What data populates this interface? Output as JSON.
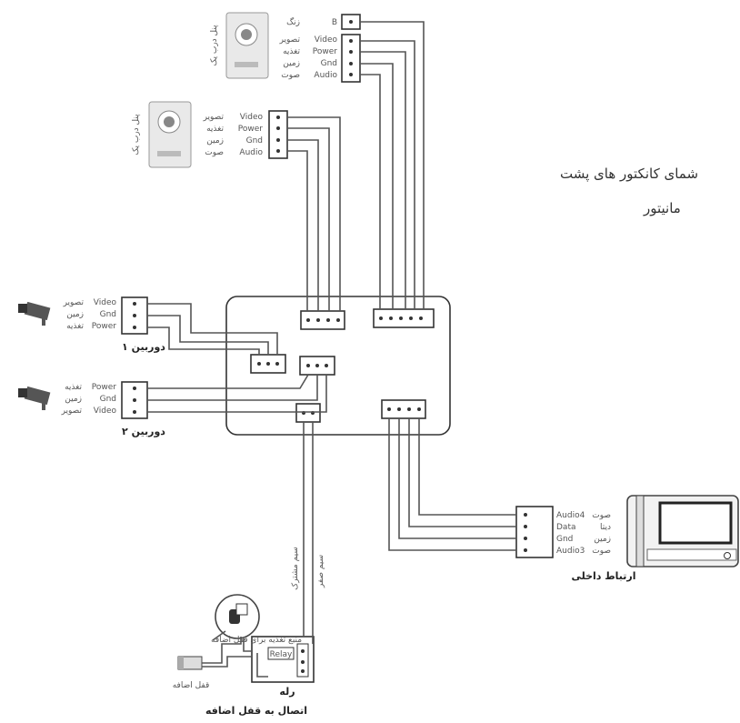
{
  "title_line1": "شمای کانکتور های پشت",
  "title_line2": "مانیتور",
  "door_panel_1": {
    "vertical_label": "پنل درب یک",
    "rows": [
      {
        "en": "B",
        "fa": "زنگ"
      },
      {
        "en": "Video",
        "fa": "تصویر"
      },
      {
        "en": "Power",
        "fa": "تغذیه"
      },
      {
        "en": "Gnd",
        "fa": "زمین"
      },
      {
        "en": "Audio",
        "fa": "صوت"
      }
    ]
  },
  "door_panel_2": {
    "vertical_label": "پنل درب یک",
    "rows": [
      {
        "en": "Video",
        "fa": "تصویر"
      },
      {
        "en": "Power",
        "fa": "تغذیه"
      },
      {
        "en": "Gnd",
        "fa": "زمین"
      },
      {
        "en": "Audio",
        "fa": "صوت"
      }
    ]
  },
  "camera_1": {
    "caption": "دوربین ۱",
    "rows": [
      {
        "en": "Video",
        "fa": "تصویر"
      },
      {
        "en": "Gnd",
        "fa": "زمین"
      },
      {
        "en": "Power",
        "fa": "تغذیه"
      }
    ]
  },
  "camera_2": {
    "caption": "دوربین ۲",
    "rows": [
      {
        "en": "Power",
        "fa": "تغذیه"
      },
      {
        "en": "Gnd",
        "fa": "زمین"
      },
      {
        "en": "Video",
        "fa": "تصویر"
      }
    ]
  },
  "intercom": {
    "caption": "ارتباط داخلی",
    "rows": [
      {
        "en": "Audio4",
        "fa": "صوت"
      },
      {
        "en": "Data",
        "fa": "دیتا"
      },
      {
        "en": "Gnd",
        "fa": "زمین"
      },
      {
        "en": "Audio3",
        "fa": "صوت"
      }
    ]
  },
  "relay": {
    "box_label": "Relay",
    "caption": "رله",
    "wire_label_1": "سیم مشترک",
    "wire_label_2": "سیم صفر"
  },
  "extra_lock": {
    "power_source_label": "منبع تغذیه برای قفل اضافه",
    "lock_label": "قفل اضافه",
    "connection_caption": "اتصال به قفل اضافه"
  }
}
